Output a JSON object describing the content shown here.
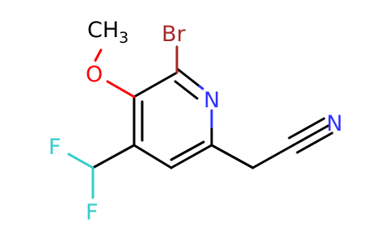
{
  "molecule": {
    "atoms": {
      "br": "Br",
      "n_ring": "N",
      "o": "O",
      "ch3_c": "CH",
      "ch3_sub": "3",
      "f_top": "F",
      "f_bottom": "F",
      "n_nitrile": "N"
    },
    "colors": {
      "carbon_bond": "#000000",
      "bromine": "#a52a2a",
      "nitrogen": "#3333ff",
      "oxygen": "#ff0000",
      "fluorine": "#33cccc"
    }
  }
}
